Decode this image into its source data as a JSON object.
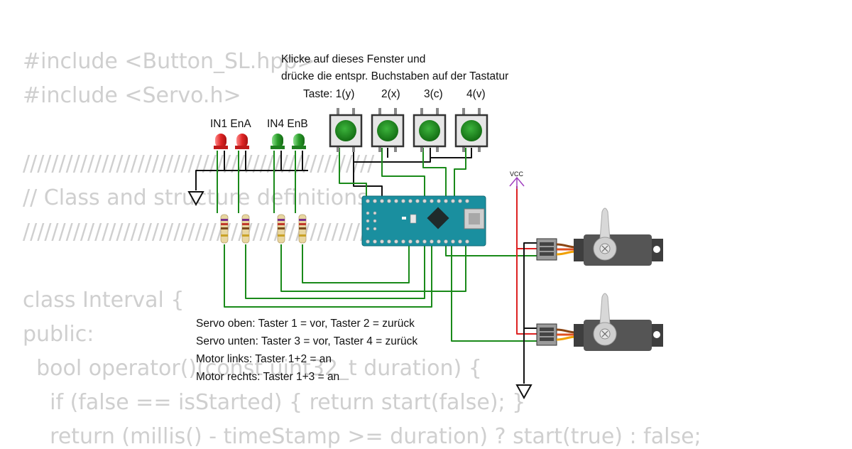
{
  "code_lines": [
    "#include <Button_SL.hpp>",
    "#include <Servo.h>",
    "",
    "/////////////////////////////////////////////////",
    "// Class and structure definitions",
    "/////////////////////////////////////////////////",
    "",
    "class Interval {",
    "public:",
    "  bool operator()(const uint32_t duration) {",
    "    if (false == isStarted) { return start(false); }",
    "    return (millis() - timeStamp >= duration) ? start(true) : false;"
  ],
  "instructions": {
    "line1": "Klicke auf dieses Fenster und",
    "line2": "drücke die entspr. Buchstaben auf der Tastatur"
  },
  "buttons": {
    "taste_label": "Taste: 1(y)",
    "b2": "2(x)",
    "b3": "3(c)",
    "b4": "4(v)"
  },
  "leds": {
    "group_a": "IN1 EnA",
    "group_b": "IN4 EnB"
  },
  "power": {
    "vcc": "VCC"
  },
  "notes": [
    "Servo oben: Taster 1 = vor, Taster 2 = zurück",
    "Servo unten: Taster 3 = vor, Taster 4 = zurück",
    "Motor links: Taster 1+2 = an",
    "Motor rechts: Taster 1+3 = an"
  ],
  "colors": {
    "wire_green": "#1a8a1a",
    "wire_black": "#111111",
    "wire_red": "#dd2222",
    "vcc_purple": "#a040c0",
    "button_green": "#1e8c1e",
    "board_teal": "#1a8f9f",
    "code_gray": "#cfcfcf"
  }
}
